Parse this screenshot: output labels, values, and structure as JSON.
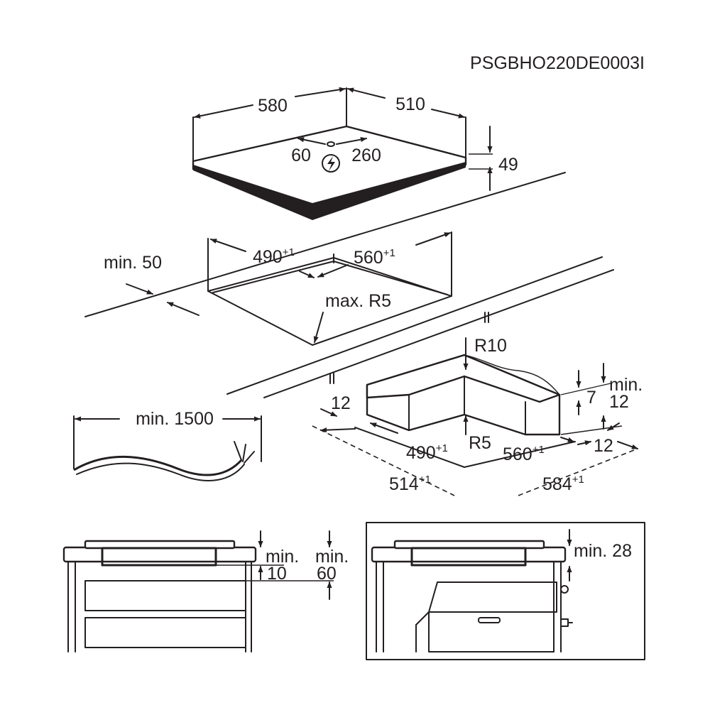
{
  "code": "PSGBHO220DE0003I",
  "hob": {
    "width": "580",
    "depth": "510",
    "height": "49",
    "cable_left": "60",
    "cable_right": "260",
    "electric_icon": "lightning-bolt-icon"
  },
  "cutout": {
    "width": "490",
    "depth": "560",
    "tolerance": "+1",
    "min_front": "min. 50",
    "corner_radius": "max. R5"
  },
  "cable_length": "min. 1500",
  "frame": {
    "r10": "R10",
    "r5": "R5",
    "edge": "12",
    "min_label": "min.",
    "min_value": "12",
    "step": "7",
    "right_edge": "12",
    "width": "490",
    "depth": "560",
    "tolerance": "+1",
    "outer_width": "514",
    "outer_depth": "584"
  },
  "drawer_case": {
    "min_label": "min.",
    "gap_a": "10",
    "gap_b": "60"
  },
  "oven_case": {
    "gap": "min. 28"
  }
}
